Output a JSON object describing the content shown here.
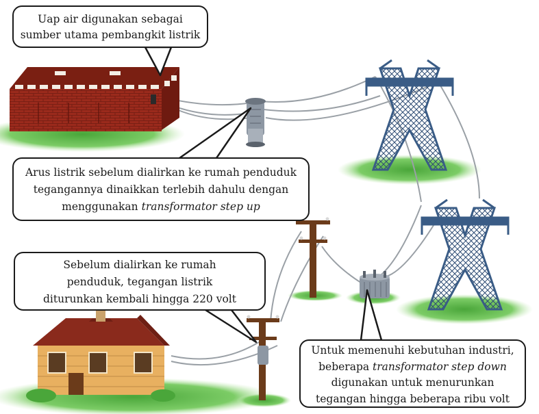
{
  "callouts": {
    "steam_source": {
      "line1": "Uap air digunakan sebagai",
      "line2": "sumber utama pembangkit listrik"
    },
    "step_up": {
      "line1": "Arus listrik sebelum dialirkan ke rumah penduduk",
      "line2": "tegangannya dinaikkan terlebih dahulu dengan",
      "line3_prefix": "menggunakan ",
      "line3_italic": "transformator step up"
    },
    "step_down_home": {
      "line1": "Sebelum dialirkan ke rumah",
      "line2": "penduduk, tegangan listrik",
      "line3": "diturunkan kembali hingga 220 volt"
    },
    "step_down_industry": {
      "line1": "Untuk memenuhi kebutuhan industri,",
      "line2_prefix": "beberapa ",
      "line2_italic": "transformator step down",
      "line3": "digunakan untuk menurunkan",
      "line4": "tegangan hingga beberapa ribu volt"
    }
  },
  "colors": {
    "plant_wall": "#9b2a1c",
    "plant_roof": "#7a1f12",
    "tower": "#3a5c86",
    "grass": "#5cb84a",
    "pole": "#6b3b1a",
    "house_wall": "#e8b060",
    "house_roof": "#8a2a1c",
    "transformer": "#8d97a3",
    "wire": "#9aa0a6",
    "callout_border": "#1a1a1a"
  }
}
